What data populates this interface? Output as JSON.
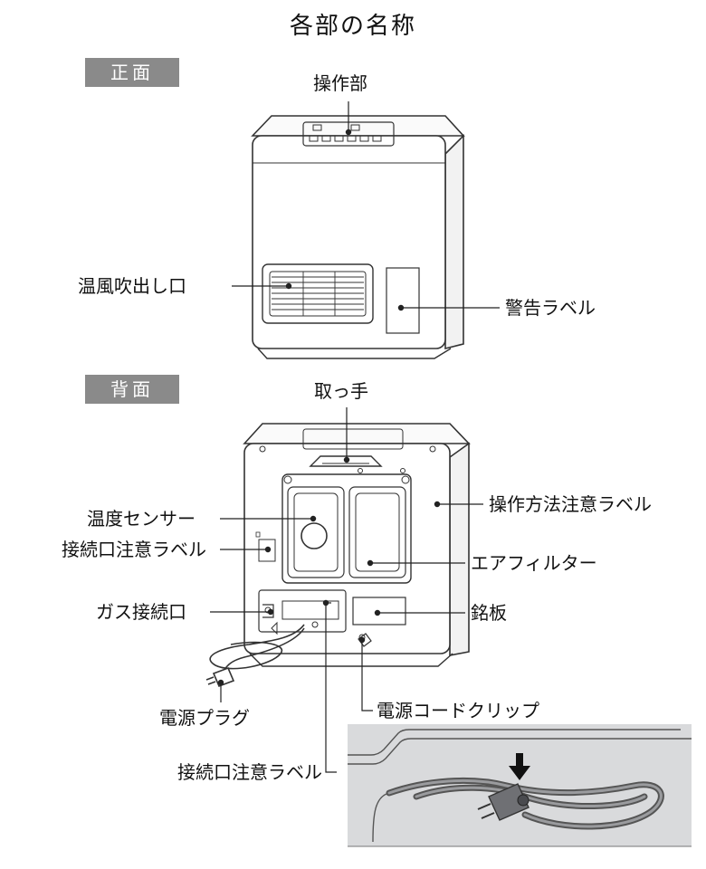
{
  "title": "各部の名称",
  "sections": {
    "front": "正面",
    "back": "背面"
  },
  "labels": {
    "control_panel": "操作部",
    "warm_air_outlet": "温風吹出し口",
    "warning_label": "警告ラベル",
    "handle": "取っ手",
    "operation_caution_label": "操作方法注意ラベル",
    "temperature_sensor": "温度センサー",
    "connection_caution_label_upper": "接続口注意ラベル",
    "air_filter": "エアフィルター",
    "gas_connection": "ガス接続口",
    "nameplate": "銘板",
    "power_cord_clip": "電源コードクリップ",
    "power_plug": "電源プラグ",
    "connection_caution_label_lower": "接続口注意ラベル"
  }
}
